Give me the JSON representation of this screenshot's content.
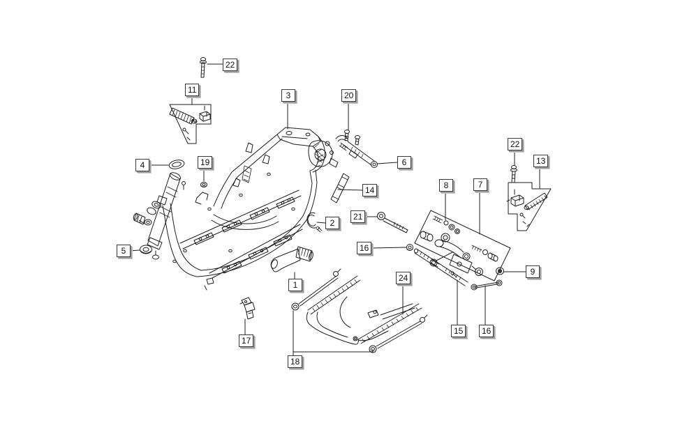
{
  "diagram": {
    "kind": "exploded-parts-diagram",
    "background": "#ffffff",
    "line_color": "#1c1c1c",
    "label_style": {
      "bg": "#ffffff",
      "border": "#3a3a3a",
      "shadow": "#9e9e9e",
      "text": "#111111"
    }
  },
  "callouts": [
    {
      "id": "bolt-top",
      "number": "22"
    },
    {
      "id": "footrest-kit-left",
      "number": "11"
    },
    {
      "id": "frame",
      "number": "3"
    },
    {
      "id": "stand-bolts",
      "number": "20"
    },
    {
      "id": "stand-lever",
      "number": "6"
    },
    {
      "id": "dust-cover",
      "number": "4"
    },
    {
      "id": "nut-small",
      "number": "19"
    },
    {
      "id": "rod",
      "number": "14"
    },
    {
      "id": "clamp",
      "number": "2"
    },
    {
      "id": "pivot-bolt",
      "number": "21"
    },
    {
      "id": "silent-block",
      "number": "8"
    },
    {
      "id": "linkage-kit",
      "number": "7"
    },
    {
      "id": "bolt-right",
      "number": "22"
    },
    {
      "id": "footrest-kit-right",
      "number": "13"
    },
    {
      "id": "flanged-nut-left",
      "number": "16"
    },
    {
      "id": "bushing",
      "number": "9"
    },
    {
      "id": "steering-nut",
      "number": "5"
    },
    {
      "id": "intake-duct",
      "number": "1"
    },
    {
      "id": "cable-clip",
      "number": "17"
    },
    {
      "id": "belly-panel",
      "number": "24"
    },
    {
      "id": "panel-screws",
      "number": "18"
    },
    {
      "id": "adjuster-rod",
      "number": "15"
    },
    {
      "id": "link-rod-nuts",
      "number": "16"
    }
  ]
}
